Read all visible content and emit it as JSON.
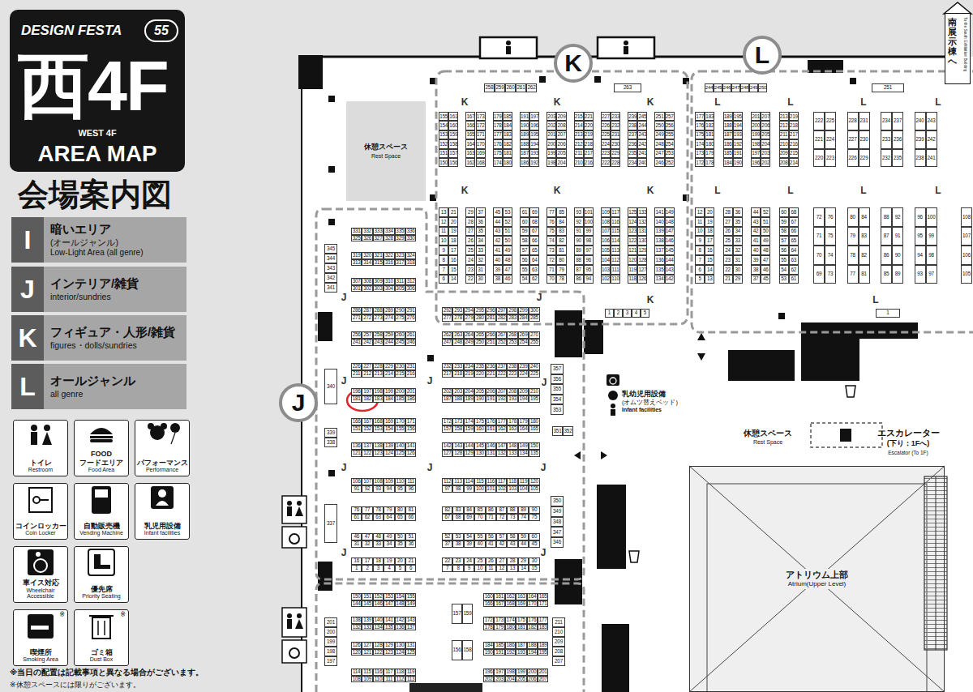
{
  "diagram": {
    "nodes": [
      {
        "text": [
          "DESIGN FESTA",
          "西4F",
          "WEST 4F",
          "AREA MAP"
        ]
      },
      {
        "text": [
          "55"
        ],
        "in": 0
      },
      {
        "text": [
          "暗いエリア",
          "(オールジャンル)",
          "Low-Light Area (all genre)"
        ]
      },
      {
        "text": [
          "I"
        ],
        "in": 2
      },
      {
        "text": [
          "インテリア/雑貨",
          "interior/sundries"
        ]
      },
      {
        "text": [
          "J"
        ],
        "in": 4
      },
      {
        "text": [
          "フィギュア・人形/雑貨",
          "figures・dolls/sundries"
        ]
      },
      {
        "text": [
          "K"
        ],
        "in": 6
      },
      {
        "text": [
          "オールジャンル",
          "all genre"
        ]
      },
      {
        "text": [
          "L"
        ],
        "in": 8
      },
      {
        "text": [
          "トイレ",
          "Restroom"
        ]
      },
      {
        "text": [
          "FOOD",
          "フードエリア",
          "Food Area"
        ]
      },
      {
        "text": [
          "パフォーマンス",
          "Performance"
        ]
      },
      {
        "text": [
          "コインロッカー",
          "Coin Locker"
        ]
      },
      {
        "text": [
          "自動販売機",
          "Vending Machine"
        ]
      },
      {
        "text": [
          "乳児用設備",
          "Infant facilities"
        ]
      },
      {
        "text": [
          "車イス対応",
          "Wheelchair Accessible"
        ]
      },
      {
        "text": [
          "優先席",
          "Priority Seating"
        ]
      },
      {
        "text": [
          "※",
          "喫煙所",
          "Smoking Area"
        ]
      },
      {
        "text": [
          "※",
          "ゴミ箱",
          "Dust Box"
        ]
      },
      {
        "text": [
          "K"
        ]
      },
      {
        "text": [
          "L"
        ]
      },
      {
        "text": [
          "南展示棟へ",
          "To the South Exhibition Building"
        ]
      },
      {
        "text": [
          "休憩スペース",
          "Rest Space"
        ]
      },
      {
        "text": [
          "J"
        ]
      },
      {
        "text": [
          "アトリウム上部",
          "Atrium(Upper Level)"
        ]
      }
    ],
    "labels": [
      "会場案内図",
      "※当日の配置は記載事項と異なる場合がございます。",
      "※休憩スペースには限りがございます。",
      "K",
      "K",
      "K",
      "K",
      "K",
      "K",
      "K",
      "258",
      "259",
      "260",
      "261",
      "262",
      "263",
      "155",
      "161",
      "167",
      "173",
      "179",
      "185",
      "191",
      "197",
      "203",
      "209",
      "215",
      "221",
      "227",
      "233",
      "239",
      "245",
      "251",
      "257",
      "154",
      "160",
      "166",
      "172",
      "178",
      "184",
      "190",
      "196",
      "202",
      "208",
      "214",
      "220",
      "226",
      "232",
      "238",
      "244",
      "250",
      "256",
      "153",
      "159",
      "165",
      "171",
      "177",
      "183",
      "189",
      "195",
      "201",
      "207",
      "213",
      "219",
      "225",
      "231",
      "237",
      "243",
      "249",
      "255",
      "152",
      "158",
      "164",
      "170",
      "176",
      "182",
      "188",
      "194",
      "200",
      "206",
      "212",
      "218",
      "224",
      "230",
      "236",
      "242",
      "248",
      "254",
      "151",
      "157",
      "163",
      "169",
      "175",
      "181",
      "187",
      "193",
      "199",
      "205",
      "211",
      "217",
      "223",
      "229",
      "235",
      "241",
      "247",
      "253",
      "150",
      "156",
      "162",
      "168",
      "174",
      "180",
      "186",
      "192",
      "198",
      "204",
      "210",
      "216",
      "222",
      "228",
      "234",
      "240",
      "246",
      "252",
      "13",
      "21",
      "29",
      "37",
      "45",
      "53",
      "61",
      "69",
      "77",
      "85",
      "93",
      "101",
      "109",
      "117",
      "125",
      "133",
      "141",
      "149",
      "12",
      "20",
      "28",
      "36",
      "44",
      "52",
      "60",
      "68",
      "76",
      "84",
      "92",
      "100",
      "108",
      "116",
      "124",
      "132",
      "140",
      "148",
      "11",
      "19",
      "27",
      "35",
      "43",
      "51",
      "59",
      "67",
      "75",
      "83",
      "91",
      "99",
      "107",
      "115",
      "123",
      "131",
      "139",
      "147",
      "10",
      "18",
      "26",
      "34",
      "42",
      "50",
      "58",
      "66",
      "74",
      "82",
      "90",
      "98",
      "106",
      "114",
      "122",
      "130",
      "138",
      "146",
      "9",
      "17",
      "25",
      "33",
      "41",
      "49",
      "57",
      "65",
      "73",
      "81",
      "89",
      "97",
      "105",
      "113",
      "121",
      "129",
      "137",
      "145",
      "8",
      "16",
      "24",
      "32",
      "40",
      "48",
      "56",
      "64",
      "72",
      "80",
      "88",
      "96",
      "104",
      "112",
      "120",
      "128",
      "136",
      "144",
      "7",
      "15",
      "23",
      "31",
      "39",
      "47",
      "55",
      "63",
      "71",
      "79",
      "87",
      "95",
      "103",
      "111",
      "119",
      "127",
      "135",
      "143",
      "6",
      "14",
      "22",
      "30",
      "38",
      "46",
      "54",
      "62",
      "70",
      "78",
      "86",
      "94",
      "102",
      "110",
      "118",
      "126",
      "134",
      "142",
      "1",
      "2",
      "3",
      "4",
      "5",
      "L",
      "L",
      "L",
      "L",
      "L",
      "L",
      "L",
      "L",
      "L",
      "244",
      "245",
      "246",
      "247",
      "248",
      "249",
      "250",
      "251",
      "177",
      "183",
      "189",
      "195",
      "201",
      "207",
      "213",
      "219",
      "176",
      "182",
      "188",
      "194",
      "200",
      "206",
      "212",
      "218",
      "175",
      "181",
      "187",
      "193",
      "199",
      "205",
      "211",
      "217",
      "174",
      "180",
      "186",
      "192",
      "198",
      "204",
      "210",
      "216",
      "173",
      "179",
      "185",
      "191",
      "197",
      "203",
      "209",
      "215",
      "172",
      "178",
      "184",
      "190",
      "196",
      "202",
      "208",
      "214",
      "222",
      "225",
      "228",
      "231",
      "234",
      "237",
      "240",
      "243",
      "221",
      "224",
      "227",
      "230",
      "233",
      "236",
      "239",
      "242",
      "220",
      "223",
      "226",
      "229",
      "232",
      "235",
      "238",
      "241",
      "12",
      "20",
      "28",
      "36",
      "44",
      "52",
      "60",
      "68",
      "11",
      "19",
      "27",
      "35",
      "43",
      "51",
      "59",
      "67",
      "10",
      "18",
      "26",
      "34",
      "42",
      "50",
      "58",
      "66",
      "9",
      "17",
      "25",
      "33",
      "41",
      "49",
      "57",
      "65",
      "8",
      "16",
      "24",
      "32",
      "40",
      "48",
      "56",
      "64",
      "7",
      "15",
      "23",
      "31",
      "39",
      "47",
      "55",
      "63",
      "6",
      "14",
      "22",
      "30",
      "38",
      "46",
      "54",
      "62",
      "5",
      "13",
      "21",
      "29",
      "37",
      "45",
      "53",
      "61",
      "72",
      "76",
      "80",
      "84",
      "88",
      "92",
      "96",
      "100",
      "108",
      "71",
      "75",
      "79",
      "83",
      "87",
      "91",
      "95",
      "99",
      "107",
      "70",
      "74",
      "78",
      "82",
      "86",
      "90",
      "94",
      "98",
      "106",
      "69",
      "73",
      "77",
      "81",
      "85",
      "89",
      "93",
      "97",
      "105",
      "1",
      "J",
      "J",
      "J",
      "J",
      "J",
      "J",
      "J",
      "J",
      "J",
      "J",
      "331",
      "332",
      "333",
      "334",
      "335",
      "336",
      "325",
      "326",
      "327",
      "328",
      "329",
      "330",
      "319",
      "320",
      "321",
      "322",
      "323",
      "324",
      "313",
      "314",
      "315",
      "316",
      "317",
      "318",
      "307",
      "308",
      "309",
      "310",
      "311",
      "312",
      "301",
      "302",
      "303",
      "304",
      "305",
      "306",
      "345",
      "344",
      "343",
      "342",
      "341",
      "286",
      "287",
      "288",
      "289",
      "290",
      "291",
      "292",
      "293",
      "294",
      "295",
      "296",
      "297",
      "298",
      "299",
      "300",
      "271",
      "272",
      "273",
      "274",
      "275",
      "276",
      "277",
      "278",
      "279",
      "280",
      "281",
      "282",
      "283",
      "284",
      "285",
      "256",
      "257",
      "258",
      "259",
      "260",
      "261",
      "262",
      "263",
      "264",
      "265",
      "266",
      "267",
      "268",
      "269",
      "270",
      "241",
      "242",
      "243",
      "244",
      "245",
      "246",
      "247",
      "248",
      "249",
      "250",
      "251",
      "252",
      "253",
      "254",
      "255",
      "226",
      "227",
      "228",
      "229",
      "230",
      "231",
      "232",
      "233",
      "234",
      "235",
      "236",
      "237",
      "238",
      "239",
      "240",
      "211",
      "212",
      "213",
      "214",
      "215",
      "216",
      "217",
      "218",
      "219",
      "220",
      "221",
      "222",
      "223",
      "224",
      "225",
      "196",
      "197",
      "198",
      "199",
      "200",
      "201",
      "202",
      "203",
      "204",
      "205",
      "206",
      "207",
      "208",
      "209",
      "210",
      "181",
      "182",
      "183",
      "184",
      "185",
      "186",
      "187",
      "188",
      "189",
      "190",
      "191",
      "192",
      "193",
      "194",
      "195",
      "166",
      "167",
      "168",
      "169",
      "170",
      "171",
      "172",
      "173",
      "174",
      "175",
      "176",
      "177",
      "178",
      "179",
      "180",
      "151",
      "152",
      "153",
      "154",
      "155",
      "156",
      "157",
      "158",
      "159",
      "160",
      "161",
      "162",
      "163",
      "164",
      "165",
      "136",
      "137",
      "138",
      "139",
      "140",
      "141",
      "142",
      "143",
      "144",
      "145",
      "146",
      "147",
      "148",
      "149",
      "150",
      "121",
      "122",
      "123",
      "124",
      "125",
      "126",
      "127",
      "128",
      "129",
      "130",
      "131",
      "132",
      "133",
      "134",
      "135",
      "106",
      "107",
      "108",
      "109",
      "110",
      "111",
      "112",
      "113",
      "114",
      "115",
      "116",
      "117",
      "118",
      "119",
      "120",
      "91",
      "92",
      "93",
      "94",
      "95",
      "96",
      "97",
      "98",
      "99",
      "100",
      "101",
      "102",
      "103",
      "104",
      "105",
      "76",
      "77",
      "78",
      "79",
      "80",
      "81",
      "82",
      "83",
      "84",
      "85",
      "86",
      "87",
      "88",
      "89",
      "90",
      "61",
      "62",
      "63",
      "64",
      "65",
      "66",
      "67",
      "68",
      "69",
      "70",
      "71",
      "72",
      "73",
      "74",
      "75",
      "46",
      "47",
      "48",
      "49",
      "50",
      "51",
      "52",
      "53",
      "54",
      "55",
      "56",
      "57",
      "58",
      "59",
      "60",
      "31",
      "32",
      "33",
      "34",
      "35",
      "36",
      "37",
      "38",
      "39",
      "40",
      "41",
      "42",
      "43",
      "44",
      "45",
      "16",
      "17",
      "18",
      "19",
      "20",
      "21",
      "22",
      "23",
      "24",
      "25",
      "26",
      "27",
      "28",
      "29",
      "30",
      "1",
      "2",
      "3",
      "4",
      "5",
      "6",
      "7",
      "8",
      "9",
      "10",
      "11",
      "12",
      "13",
      "14",
      "15",
      "340",
      "339",
      "338",
      "337",
      "357",
      "356",
      "355",
      "354",
      "353",
      "351",
      "352",
      "350",
      "349",
      "348",
      "347",
      "346",
      "150",
      "151",
      "152",
      "153",
      "154",
      "155",
      "144",
      "145",
      "146",
      "147",
      "148",
      "149",
      "138",
      "139",
      "140",
      "141",
      "142",
      "143",
      "132",
      "133",
      "134",
      "135",
      "136",
      "137",
      "126",
      "127",
      "128",
      "129",
      "130",
      "131",
      "120",
      "121",
      "122",
      "123",
      "124",
      "125",
      "114",
      "115",
      "116",
      "117",
      "118",
      "119",
      "108",
      "109",
      "110",
      "111",
      "112",
      "113",
      "157",
      "159",
      "156",
      "158",
      "160",
      "161",
      "162",
      "163",
      "164",
      "165",
      "166",
      "167",
      "168",
      "169",
      "170",
      "171",
      "172",
      "173",
      "174",
      "175",
      "176",
      "177",
      "178",
      "179",
      "180",
      "181",
      "182",
      "183",
      "184",
      "185",
      "186",
      "187",
      "188",
      "189",
      "190",
      "191",
      "192",
      "193",
      "194",
      "195",
      "196",
      "197",
      "198",
      "199",
      "200",
      "201",
      "202",
      "203",
      "204",
      "205",
      "206",
      "207",
      "201",
      "200",
      "199",
      "198",
      "197",
      "211",
      "210",
      "209",
      "208",
      "207",
      "休憩スペース",
      "Rest Space",
      "乳幼児用設備",
      "(オムツ替えベッド)",
      "Infant facilities",
      "エスカレーター",
      "(下り：1Fへ)",
      "Escalator (To 1F)"
    ]
  }
}
